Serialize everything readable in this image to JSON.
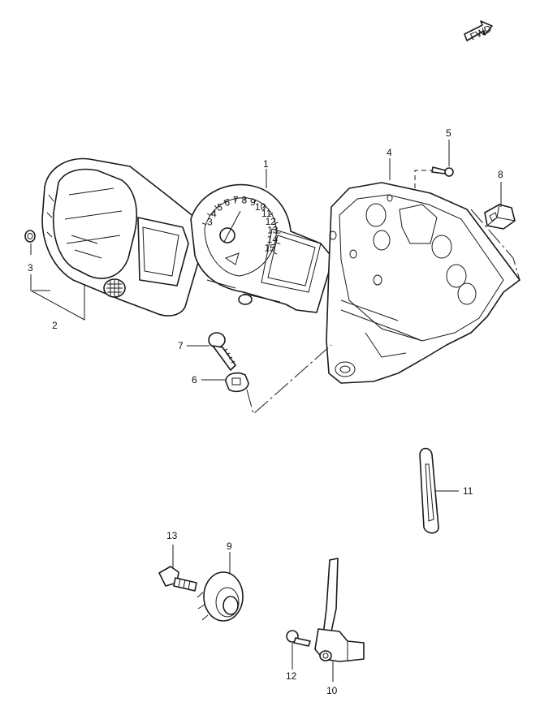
{
  "fwd_label": "FWD",
  "callouts": [
    {
      "id": "1",
      "label": "1"
    },
    {
      "id": "2",
      "label": "2"
    },
    {
      "id": "3",
      "label": "3"
    },
    {
      "id": "4",
      "label": "4"
    },
    {
      "id": "5",
      "label": "5"
    },
    {
      "id": "6",
      "label": "6"
    },
    {
      "id": "7",
      "label": "7"
    },
    {
      "id": "8",
      "label": "8"
    },
    {
      "id": "9",
      "label": "9"
    },
    {
      "id": "10",
      "label": "10"
    },
    {
      "id": "11",
      "label": "11"
    },
    {
      "id": "12",
      "label": "12"
    },
    {
      "id": "13",
      "label": "13"
    }
  ],
  "tach_scale": [
    "3",
    "4",
    "5",
    "6",
    "7",
    "8",
    "9",
    "10",
    "11",
    "12",
    "13",
    "14",
    "15"
  ]
}
